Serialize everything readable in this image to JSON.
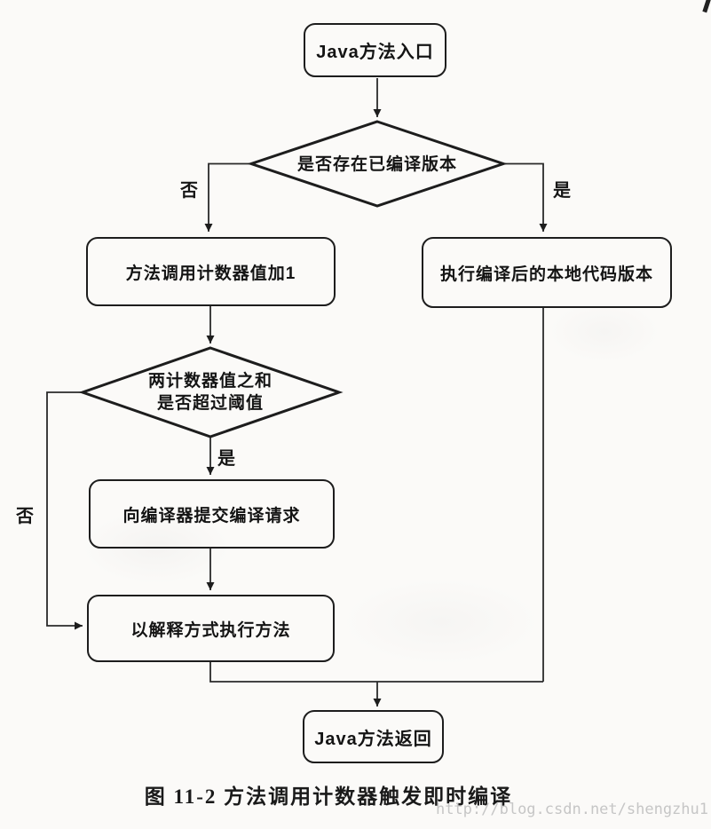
{
  "figure": {
    "caption": "图 11-2  方法调用计数器触发即时编译",
    "watermark": "http://blog.csdn.net/shengzhu1"
  },
  "nodes": {
    "entry": {
      "label": "Java方法入口"
    },
    "decision_compiled": {
      "label": "是否存在已编译版本"
    },
    "inc_counter": {
      "label": "方法调用计数器值加1"
    },
    "decision_threshold": {
      "line1": "两计数器值之和",
      "line2": "是否超过阈值"
    },
    "submit_request": {
      "label": "向编译器提交编译请求"
    },
    "exec_native": {
      "label": "执行编译后的本地代码版本"
    },
    "interpret_exec": {
      "label": "以解释方式执行方法"
    },
    "method_return": {
      "label": "Java方法返回"
    }
  },
  "edge_labels": {
    "no_top": "否",
    "yes_top": "是",
    "yes_mid": "是",
    "no_left": "否"
  },
  "colors": {
    "shape_stroke": "#1d1d1d",
    "connector": "#2a2a2a",
    "text": "#141414",
    "watermark": "#c6c6c6",
    "paper": "#fbfaf8"
  }
}
